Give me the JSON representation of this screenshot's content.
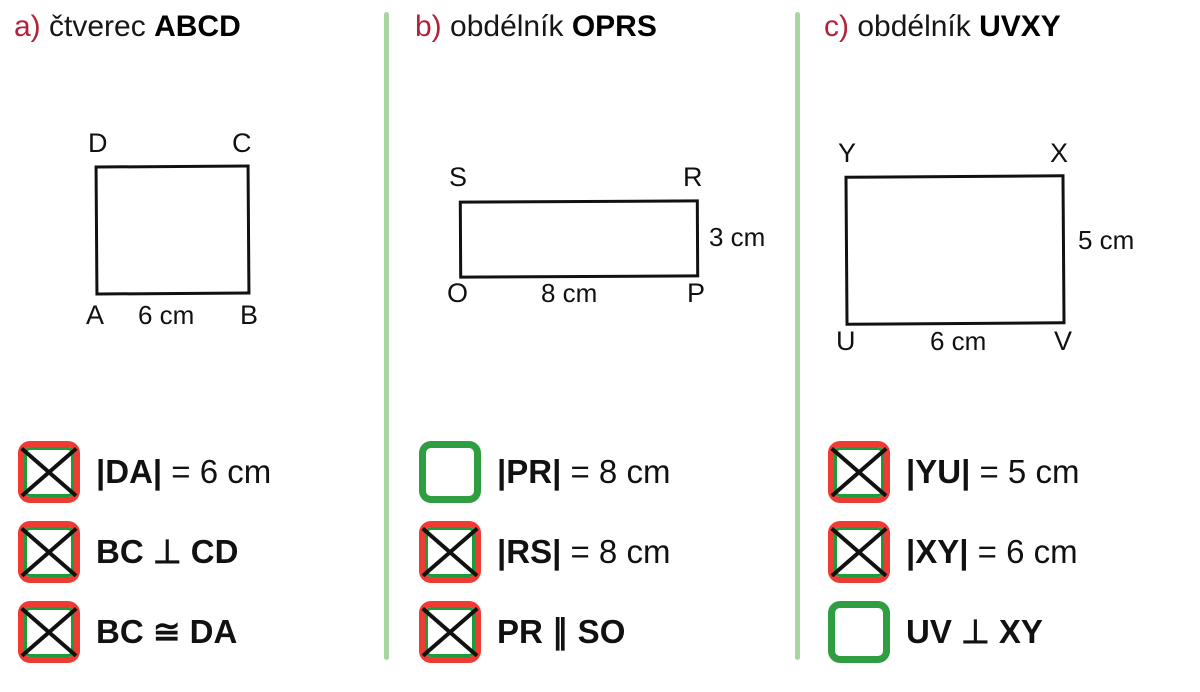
{
  "columns": [
    {
      "heading": {
        "marker": "a)",
        "word": "čtverec",
        "name": "ABCD"
      },
      "figure": {
        "kind": "square",
        "vertices": {
          "top_left": "D",
          "top_right": "C",
          "bottom_left": "A",
          "bottom_right": "B"
        },
        "dim_bottom": "6 cm",
        "dim_right": ""
      },
      "answers": [
        {
          "checked": true,
          "bold": "|DA|",
          "rest": " = 6 cm"
        },
        {
          "checked": true,
          "bold": "BC ⊥ CD",
          "rest": ""
        },
        {
          "checked": true,
          "bold": "BC ≅ DA",
          "rest": ""
        }
      ]
    },
    {
      "heading": {
        "marker": "b)",
        "word": "obdélník",
        "name": "OPRS"
      },
      "figure": {
        "kind": "rectangle",
        "vertices": {
          "top_left": "S",
          "top_right": "R",
          "bottom_left": "O",
          "bottom_right": "P"
        },
        "dim_bottom": "8 cm",
        "dim_right": "3 cm"
      },
      "answers": [
        {
          "checked": false,
          "bold": "|PR|",
          "rest": " = 8 cm"
        },
        {
          "checked": true,
          "bold": "|RS|",
          "rest": " = 8 cm"
        },
        {
          "checked": true,
          "bold": "PR ∥ SO",
          "rest": ""
        }
      ]
    },
    {
      "heading": {
        "marker": "c)",
        "word": "obdélník",
        "name": "UVXY"
      },
      "figure": {
        "kind": "rectangle",
        "vertices": {
          "top_left": "Y",
          "top_right": "X",
          "bottom_left": "U",
          "bottom_right": "V"
        },
        "dim_bottom": "6 cm",
        "dim_right": "5 cm"
      },
      "answers": [
        {
          "checked": true,
          "bold": "|YU|",
          "rest": " = 5 cm"
        },
        {
          "checked": true,
          "bold": "|XY|",
          "rest": " = 6 cm"
        },
        {
          "checked": false,
          "bold": "UV ⊥ XY",
          "rest": ""
        }
      ]
    }
  ],
  "colors": {
    "marker": "#b3223a",
    "divider": "#a8d5a2",
    "checkbox_checked_border": "#ee3b33",
    "checkbox_inner_green": "#1f9c3a",
    "checkbox_unchecked_border": "#2f9e41",
    "ink": "#111111"
  }
}
